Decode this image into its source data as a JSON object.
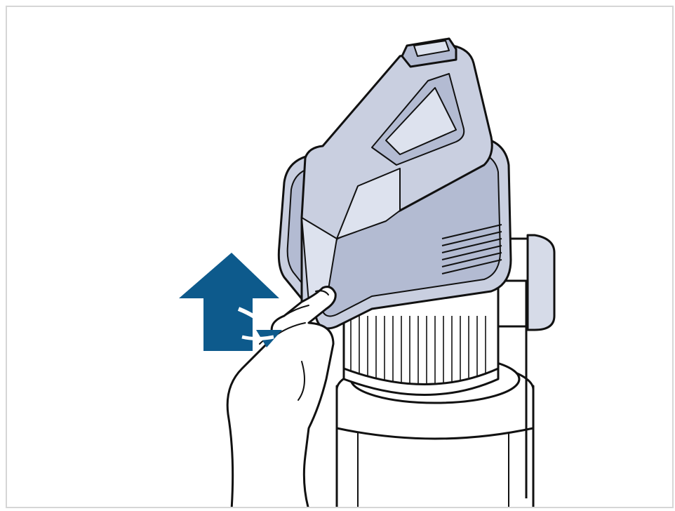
{
  "figure": {
    "description_free": true,
    "colors": {
      "outline": "#111111",
      "part_fill": "#c9cfe0",
      "part_shadow": "#b3bbd2",
      "part_light": "#dde2ee",
      "arrow": "#0d5a8c",
      "background": "#ffffff",
      "frame_border": "#d6d6d6"
    },
    "elements": [
      {
        "name": "dust-cup-lid",
        "icon": "lid-shape"
      },
      {
        "name": "filter-cylinder",
        "icon": "pleated-filter"
      },
      {
        "name": "vacuum-body",
        "icon": "cylinder-body"
      },
      {
        "name": "side-clip",
        "icon": "latch"
      },
      {
        "name": "hand",
        "icon": "hand-outline"
      },
      {
        "name": "lift-arrow",
        "icon": "up-arrow-icon"
      }
    ]
  }
}
